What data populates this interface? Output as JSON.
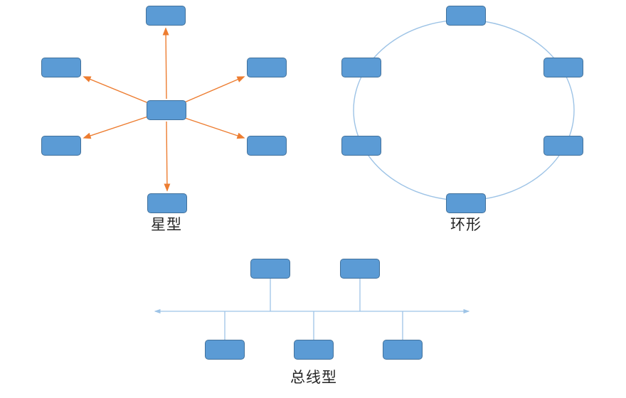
{
  "diagram": {
    "topologies": {
      "star": {
        "label": "星型",
        "node_count": 7
      },
      "ring": {
        "label": "环形",
        "node_count": 6
      },
      "bus": {
        "label": "总线型",
        "node_count": 5
      }
    },
    "colors": {
      "node_fill": "#5B9BD5",
      "node_border": "#41719C",
      "star_arrow": "#ED7D31",
      "ring_stroke": "#9DC3E6",
      "bus_stroke": "#9DC3E6",
      "label_color": "#262626"
    }
  }
}
